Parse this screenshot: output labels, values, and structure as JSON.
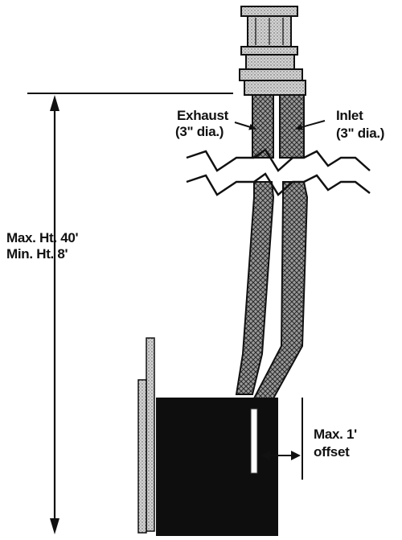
{
  "labels": {
    "exhaust": "Exhaust",
    "exhaust_dia": "(3\" dia.)",
    "inlet": "Inlet",
    "inlet_dia": "(3\" dia.)",
    "max_height": "Max. Ht. 40'",
    "min_height": "Min. Ht. 8'",
    "max_offset": "Max. 1'",
    "offset": "offset"
  },
  "colors": {
    "ink": "#111111",
    "pipe_fill": "#8a8a8a",
    "stove_body": "#0e0e0e",
    "cap_fill": "#c8c8c8"
  }
}
